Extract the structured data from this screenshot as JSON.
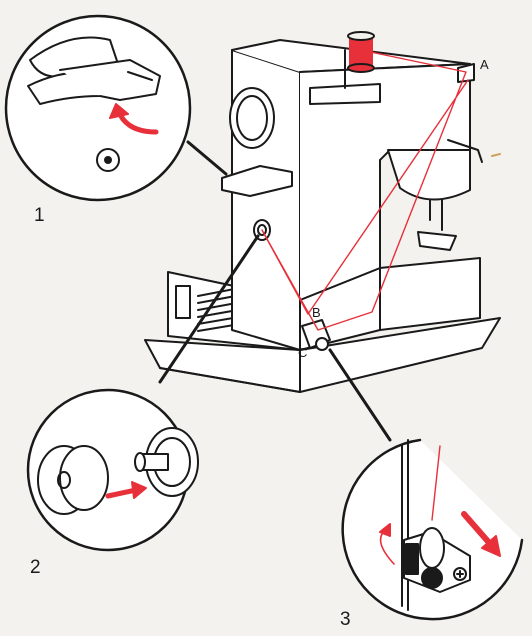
{
  "point_labels": {
    "a": "A",
    "b": "B",
    "c": "C"
  },
  "step_labels": {
    "step1": "1",
    "step2": "2",
    "step3": "3"
  },
  "colors": {
    "thread": "#e8303a",
    "line": "#1a1a1a",
    "paper": "#f4f2ee"
  }
}
